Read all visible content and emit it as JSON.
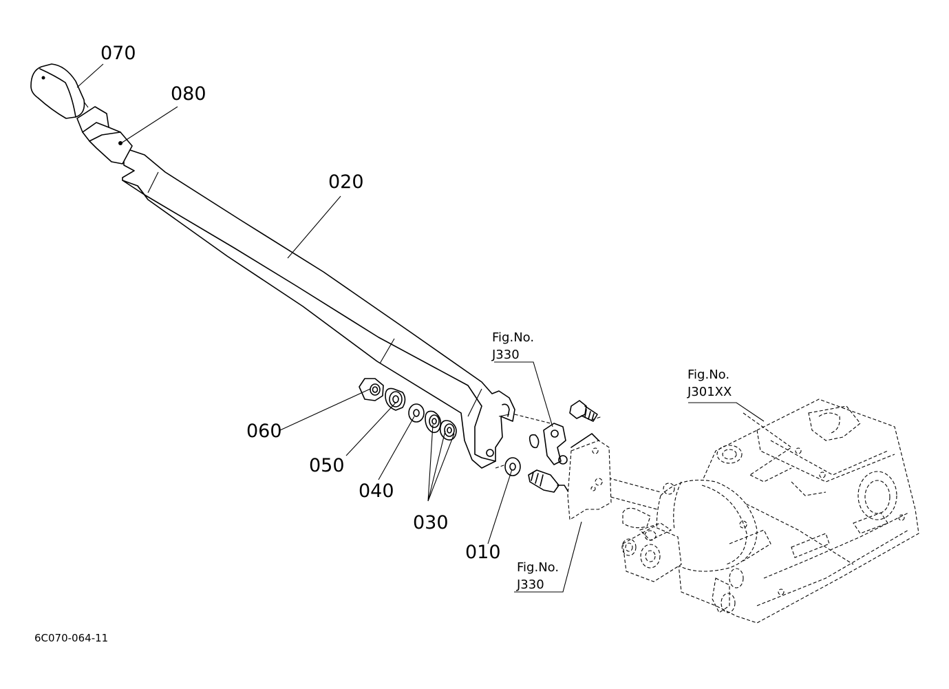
{
  "diagram_code": "6C070-064-11",
  "parts": [
    {
      "id": "p070",
      "label": "070"
    },
    {
      "id": "p080",
      "label": "080"
    },
    {
      "id": "p020",
      "label": "020"
    },
    {
      "id": "p060",
      "label": "060"
    },
    {
      "id": "p050",
      "label": "050"
    },
    {
      "id": "p040",
      "label": "040"
    },
    {
      "id": "p030",
      "label": "030"
    },
    {
      "id": "p010",
      "label": "010"
    }
  ],
  "figure_refs": [
    {
      "id": "ref-j330-top",
      "line1": "Fig.No.",
      "line2": "J330"
    },
    {
      "id": "ref-j301xx",
      "line1": "Fig.No.",
      "line2": "J301XX"
    },
    {
      "id": "ref-j330-bottom",
      "line1": "Fig.No.",
      "line2": "J330"
    }
  ]
}
